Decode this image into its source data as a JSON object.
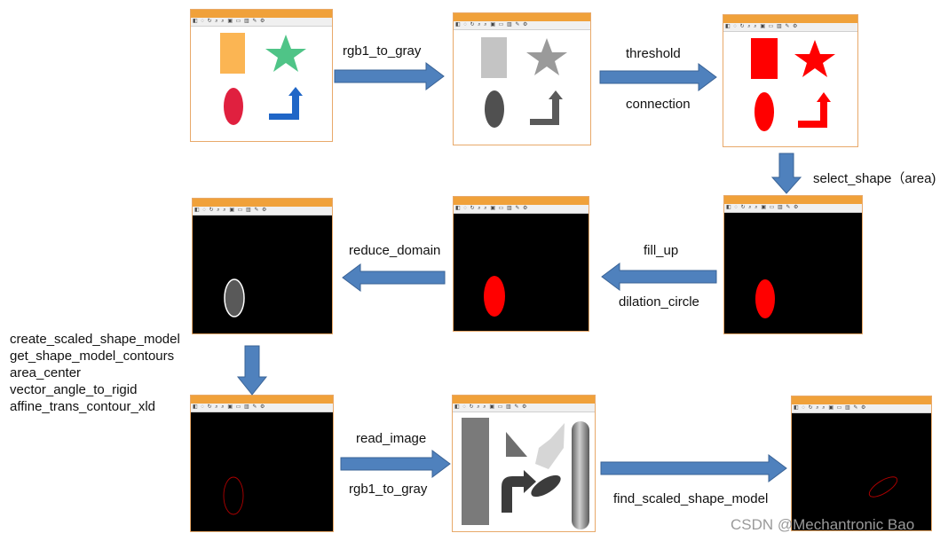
{
  "colors": {
    "arrow_fill": "#4f81bd",
    "arrow_stroke": "#3a6396",
    "panel_border": "#e8a96a",
    "titlebar": "#f0a13a",
    "region_red": "#ff0000",
    "orange_rect": "#fbb553",
    "green_star": "#4fc487",
    "crimson_ellipse": "#e0203f",
    "blue_arrow": "#1f66c7"
  },
  "icons": {
    "toolbar": "halcon-toolbar-icons",
    "flow_arrow": "block-arrow"
  },
  "operators": {
    "rgb1_to_gray_1": "rgb1_to_gray",
    "threshold": "threshold",
    "connection": "connection",
    "select_shape": "select_shape（area)",
    "fill_up": "fill_up",
    "dilation_circle": "dilation_circle",
    "reduce_domain": "reduce_domain",
    "model_steps": [
      "create_scaled_shape_model",
      "get_shape_model_contours",
      "area_center",
      "vector_angle_to_rigid",
      "affine_trans_contour_xld"
    ],
    "read_image": "read_image",
    "rgb1_to_gray_2": "rgb1_to_gray",
    "find_scaled_shape_model": "find_scaled_shape_model"
  },
  "watermark": "CSDN @Mechantronic Bao"
}
